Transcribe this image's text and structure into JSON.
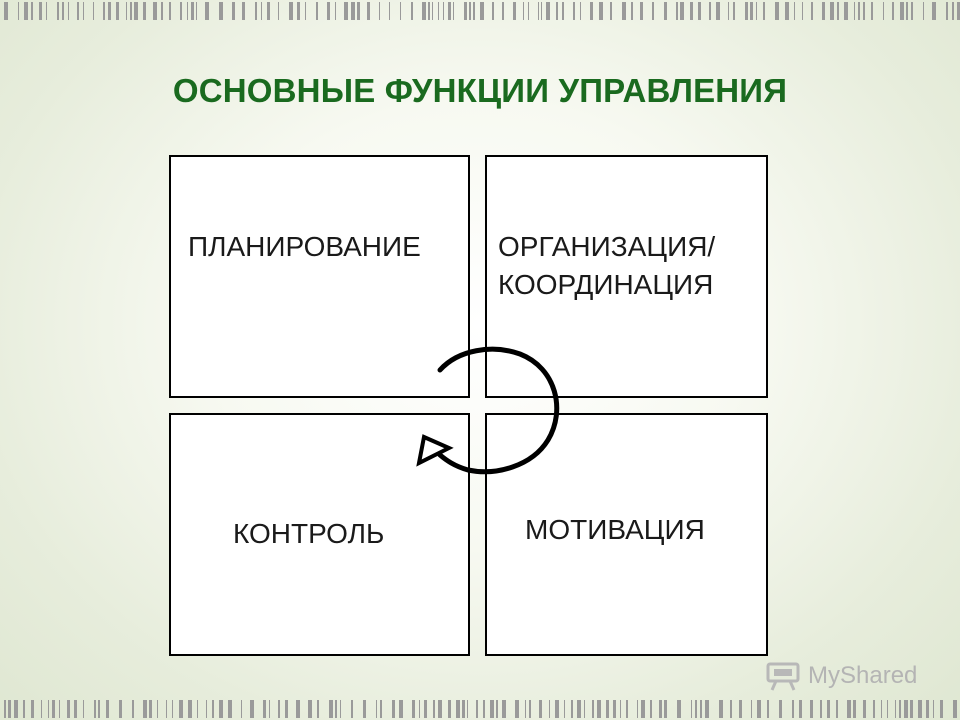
{
  "slide": {
    "title": "ОСНОВНЫЕ ФУНКЦИИ УПРАВЛЕНИЯ",
    "boxes": [
      {
        "label": "ПЛАНИРОВАНИЕ"
      },
      {
        "label": "ОРГАНИЗАЦИЯ/\nКООРДИНАЦИЯ"
      },
      {
        "label": "КОНТРОЛЬ"
      },
      {
        "label": "МОТИВАЦИЯ"
      }
    ]
  },
  "watermark": {
    "text": "MyShared",
    "icon": "projector-icon"
  },
  "colors": {
    "title": "#1a6a1f",
    "box_border": "#000000",
    "box_fill": "#ffffff",
    "background": "#eef2e6",
    "stripes": "#9a9a9a"
  }
}
